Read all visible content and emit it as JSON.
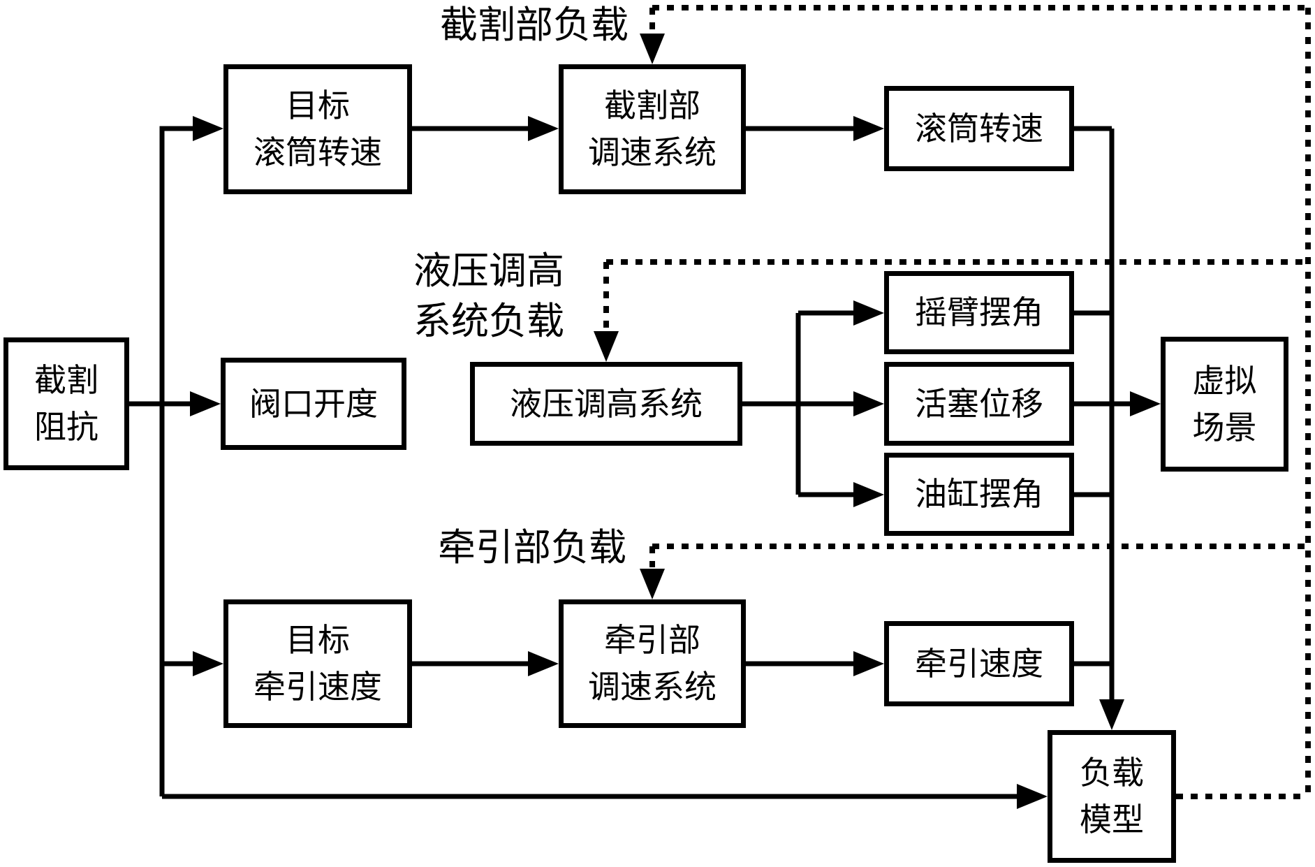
{
  "diagram": {
    "colors": {
      "line": "#000000",
      "background": "#ffffff"
    },
    "boxes": {
      "cutting_impedance": {
        "label": "截割\n阻抗"
      },
      "target_drum_speed": {
        "label": "目标\n滚筒转速"
      },
      "cutting_unit_speed_system": {
        "label": "截割部\n调速系统"
      },
      "drum_speed": {
        "label": "滚筒转速"
      },
      "valve_opening": {
        "label": "阀口开度"
      },
      "hydraulic_height_system": {
        "label": "液压调高系统"
      },
      "rocker_swing_angle": {
        "label": "摇臂摆角"
      },
      "piston_displacement": {
        "label": "活塞位移"
      },
      "cylinder_swing_angle": {
        "label": "油缸摆角"
      },
      "virtual_scene": {
        "label": "虚拟\n场景"
      },
      "target_traction_speed": {
        "label": "目标\n牵引速度"
      },
      "traction_unit_speed_system": {
        "label": "牵引部\n调速系统"
      },
      "traction_speed": {
        "label": "牵引速度"
      },
      "load_model": {
        "label": "负载\n模型"
      }
    },
    "labels": {
      "cutting_unit_load": "截割部负载",
      "hydraulic_system_load": "液压调高\n系统负载",
      "traction_unit_load": "牵引部负载"
    }
  }
}
